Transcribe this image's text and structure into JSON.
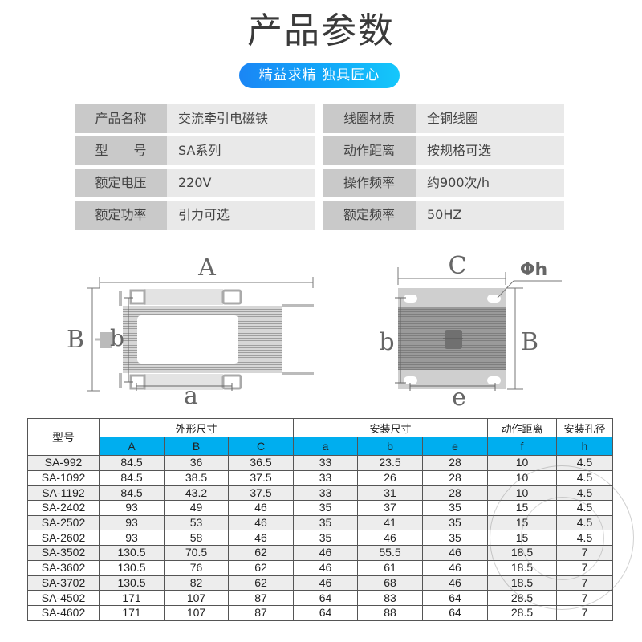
{
  "header": {
    "title": "产品参数",
    "slogan": "精益求精 独具匠心"
  },
  "specs": {
    "left": [
      {
        "label": "产品名称",
        "value": "交流牵引电磁铁"
      },
      {
        "label": "型　　号",
        "value": "SA系列"
      },
      {
        "label": "额定电压",
        "value": "220V"
      },
      {
        "label": "额定功率",
        "value": "引力可选"
      }
    ],
    "right": [
      {
        "label": "线圈材质",
        "value": "全铜线圈"
      },
      {
        "label": "动作距离",
        "value": "按规格可选"
      },
      {
        "label": "操作频率",
        "value": "约900次/h"
      },
      {
        "label": "额定频率",
        "value": "50HZ"
      }
    ]
  },
  "diagrams": {
    "side_view": {
      "A": "A",
      "B": "B",
      "a": "a",
      "b": "b"
    },
    "front_view": {
      "C": "C",
      "B": "B",
      "b": "b",
      "e": "e",
      "hole": "Φh"
    }
  },
  "dimension_table": {
    "model_header": "型号",
    "groups": [
      {
        "label": "外形尺寸",
        "span": 3
      },
      {
        "label": "安装尺寸",
        "span": 3
      },
      {
        "label": "动作距离",
        "span": 1
      },
      {
        "label": "安装孔径",
        "span": 1
      }
    ],
    "columns": [
      "A",
      "B",
      "C",
      "a",
      "b",
      "e",
      "f",
      "h"
    ],
    "rows": [
      {
        "model": "SA-992",
        "values": [
          "84.5",
          "36",
          "36.5",
          "33",
          "23.5",
          "28",
          "10",
          "4.5"
        ]
      },
      {
        "model": "SA-1092",
        "values": [
          "84.5",
          "38.5",
          "37.5",
          "33",
          "26",
          "28",
          "10",
          "4.5"
        ]
      },
      {
        "model": "SA-1192",
        "values": [
          "84.5",
          "43.2",
          "37.5",
          "33",
          "31",
          "28",
          "10",
          "4.5"
        ]
      },
      {
        "model": "SA-2402",
        "values": [
          "93",
          "49",
          "46",
          "35",
          "37",
          "35",
          "15",
          "4.5"
        ]
      },
      {
        "model": "SA-2502",
        "values": [
          "93",
          "53",
          "46",
          "35",
          "41",
          "35",
          "15",
          "4.5"
        ]
      },
      {
        "model": "SA-2602",
        "values": [
          "93",
          "58",
          "46",
          "35",
          "46",
          "35",
          "15",
          "4.5"
        ]
      },
      {
        "model": "SA-3502",
        "values": [
          "130.5",
          "70.5",
          "62",
          "46",
          "55.5",
          "46",
          "18.5",
          "7"
        ]
      },
      {
        "model": "SA-3602",
        "values": [
          "130.5",
          "76",
          "62",
          "46",
          "61",
          "46",
          "18.5",
          "7"
        ]
      },
      {
        "model": "SA-3702",
        "values": [
          "130.5",
          "82",
          "62",
          "46",
          "68",
          "46",
          "18.5",
          "7"
        ]
      },
      {
        "model": "SA-4502",
        "values": [
          "171",
          "107",
          "87",
          "64",
          "83",
          "64",
          "28.5",
          "7"
        ]
      },
      {
        "model": "SA-4602",
        "values": [
          "171",
          "107",
          "87",
          "64",
          "88",
          "64",
          "28.5",
          "7"
        ]
      }
    ]
  },
  "colors": {
    "header_blue": "#00aeef",
    "pill_start": "#1a86f5",
    "pill_end": "#14c7fb",
    "label_gray": "#c9c9c9",
    "value_gray": "#e9e9e9"
  }
}
